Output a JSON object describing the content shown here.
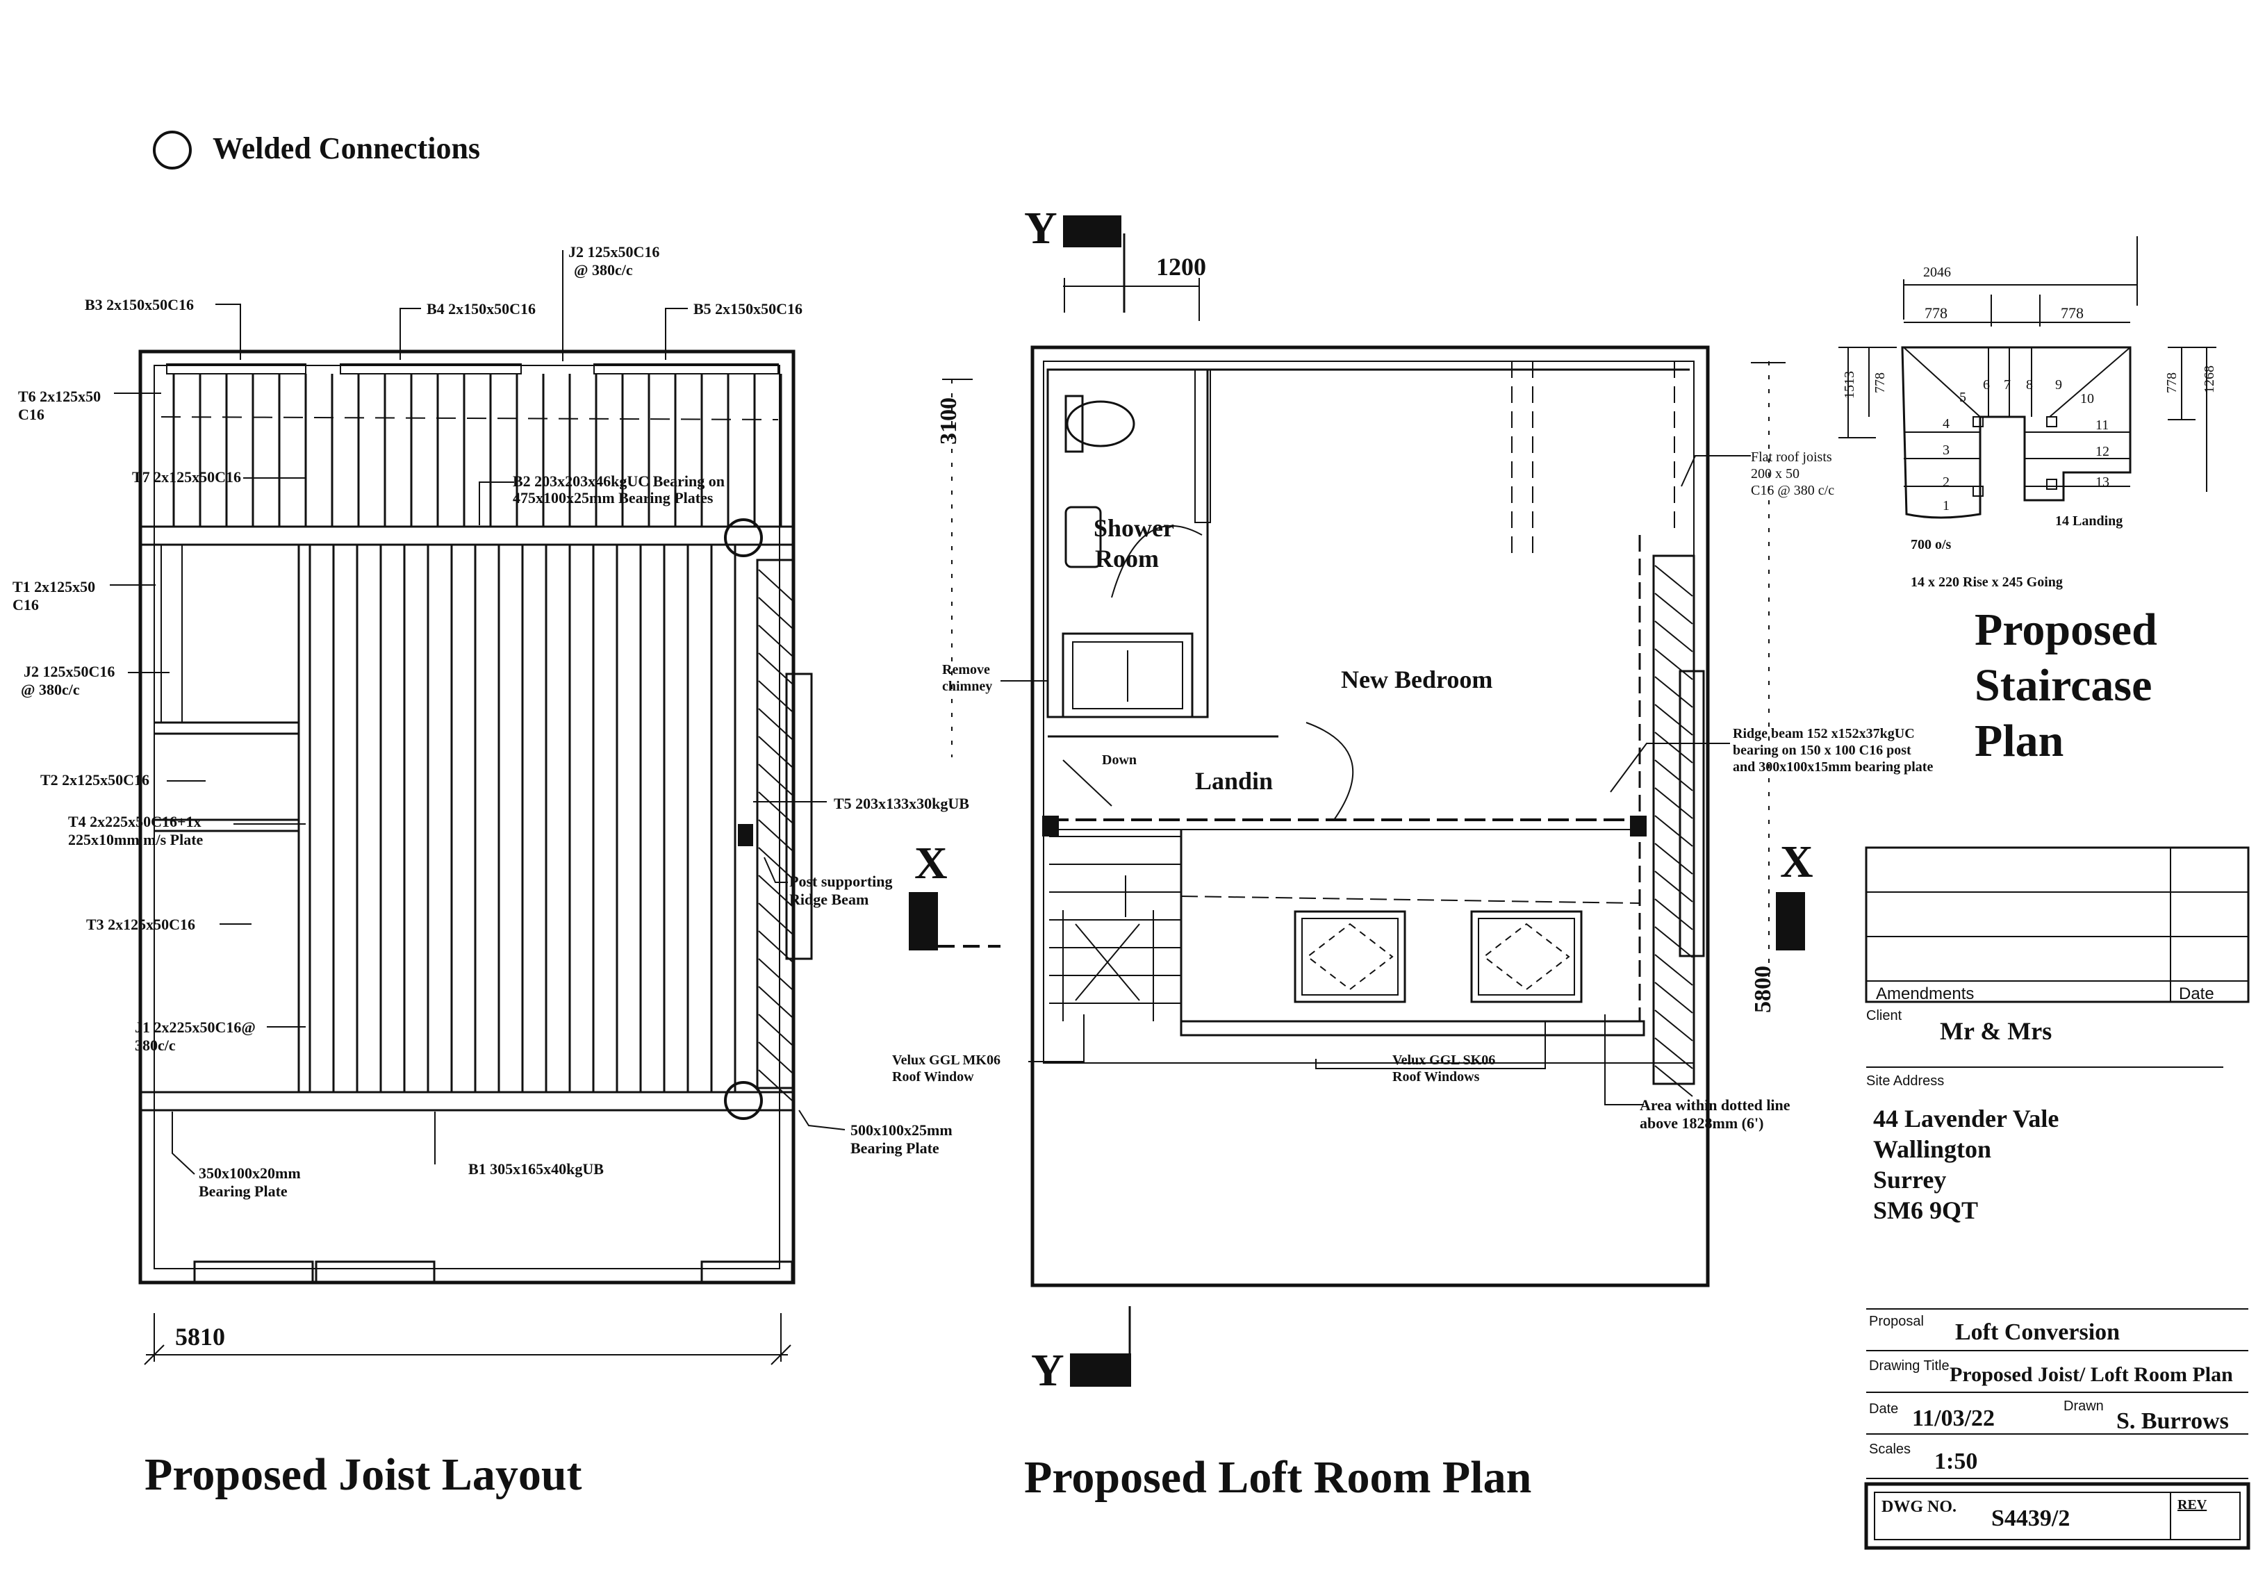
{
  "legend": {
    "welded_connections": "Welded Connections"
  },
  "joist": {
    "title": "Proposed Joist Layout",
    "dim_5810": "5810",
    "b3": "B3 2x150x50C16",
    "b4": "B4 2x150x50C16",
    "b5": "B5 2x150x50C16",
    "j2_top_l1": "J2 125x50C16",
    "j2_top_l2": "@ 380c/c",
    "t6_l1": "T6 2x125x50",
    "t6_l2": "C16",
    "t7": "T7 2x125x50C16",
    "b2_l1": "B2 203x203x46kgUC Bearing on",
    "b2_l2": "475x100x25mm Bearing Plates",
    "t1_l1": "T1 2x125x50",
    "t1_l2": "C16",
    "j2_left_l1": "J2 125x50C16",
    "j2_left_l2": "@ 380c/c",
    "t2": "T2 2x125x50C16",
    "t4_l1": "T4 2x225x50C16+1x",
    "t4_l2": "225x10mm m/s Plate",
    "t5": "T5 203x133x30kgUB",
    "post_l1": "Post supporting",
    "post_l2": "Ridge Beam",
    "t3": "T3 2x125x50C16",
    "j1_l1": "J1 2x225x50C16@",
    "j1_l2": "380c/c",
    "plate350_l1": "350x100x20mm",
    "plate350_l2": "Bearing Plate",
    "b1": "B1 305x165x40kgUB",
    "plate500_l1": "500x100x25mm",
    "plate500_l2": "Bearing Plate"
  },
  "loft": {
    "title": "Proposed Loft Room Plan",
    "y_marker": "Y",
    "x_marker": "X",
    "dim_1200": "1200",
    "dim_3100": "3100",
    "dim_5800": "5800",
    "shower_room_l1": "Shower",
    "shower_room_l2": "Room",
    "new_bedroom": "New Bedroom",
    "landing": "Landin",
    "down": "Down",
    "remove_chimney_l1": "Remove",
    "remove_chimney_l2": "chimney",
    "flat_roof_l1": "Flat roof joists",
    "flat_roof_l2": "200 x 50",
    "flat_roof_l3": "C16 @ 380 c/c",
    "ridge_l1": "Ridge beam 152 x152x37kgUC",
    "ridge_l2": "bearing on 150 x 100 C16 post",
    "ridge_l3": "and 300x100x15mm bearing plate",
    "velux_mk06_l1": "Velux GGL MK06",
    "velux_mk06_l2": "Roof Window",
    "velux_sk06_l1": "Velux GGL SK06",
    "velux_sk06_l2": "Roof Windows",
    "area_l1": "Area within dotted line",
    "area_l2": "above 1828mm (6')"
  },
  "stair": {
    "title_l1": "Proposed",
    "title_l2": "Staircase",
    "title_l3": "Plan",
    "dim_2046": "2046",
    "dim_778_a": "778",
    "dim_778_b": "778",
    "dim_1513": "1513",
    "dim_778_c": "778",
    "dim_778_d": "778",
    "dim_1268": "1268",
    "steps": [
      "1",
      "2",
      "3",
      "4",
      "5",
      "6",
      "7",
      "8",
      "9",
      "10",
      "11",
      "12",
      "13"
    ],
    "landing": "14 Landing",
    "overstep": "700 o/s",
    "rise_going": "14 x 220 Rise x 245 Going"
  },
  "titleblock": {
    "amendments_label": "Amendments",
    "date_label": "Date",
    "client_label": "Client",
    "client": "Mr & Mrs",
    "site_label": "Site Address",
    "site_l1": "44 Lavender Vale",
    "site_l2": "Wallington",
    "site_l3": "Surrey",
    "site_l4": "SM6 9QT",
    "proposal_label": "Proposal",
    "proposal": "Loft Conversion",
    "drawing_title_label": "Drawing Title",
    "drawing_title": "Proposed Joist/ Loft Room Plan",
    "date_field_label": "Date",
    "date": "11/03/22",
    "drawn_label": "Drawn",
    "drawn": "S. Burrows",
    "scales_label": "Scales",
    "scale": "1:50",
    "dwg_label": "DWG NO.",
    "dwg": "S4439/2",
    "rev_label": "REV"
  }
}
